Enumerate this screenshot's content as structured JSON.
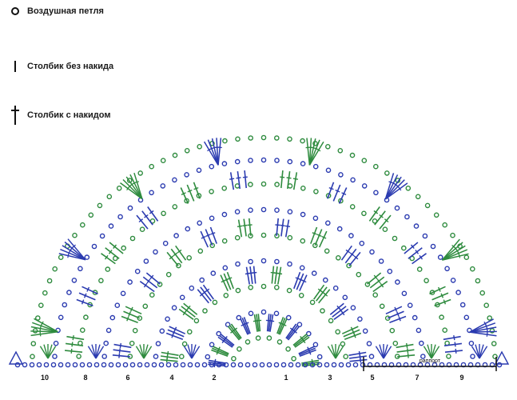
{
  "legend": {
    "chain": "Воздушная петля",
    "sc": "Столбик без накида",
    "dc": "Столбик с накидом"
  },
  "row_numbers": [
    "10",
    "8",
    "6",
    "4",
    "2",
    "1",
    "3",
    "5",
    "7",
    "9"
  ],
  "repeat_label": "раппорт",
  "colors": {
    "green": "#2e8b3e",
    "blue": "#2b3bb0",
    "ink": "#111111"
  },
  "icons": {
    "chain": "open-circle-icon",
    "sc": "vertical-bar-icon",
    "dc": "cross-stitch-icon"
  }
}
